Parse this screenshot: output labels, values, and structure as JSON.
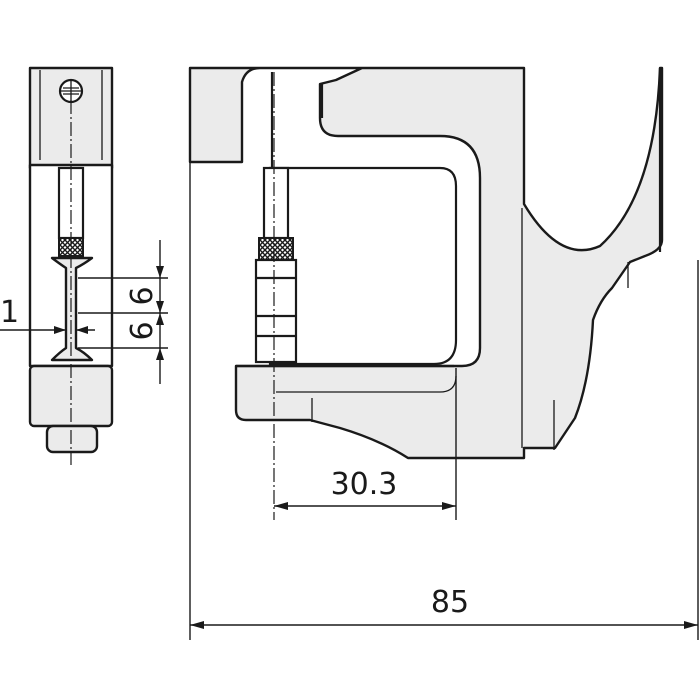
{
  "dimensions": {
    "throat_depth": "30.3",
    "overall_width": "85",
    "anvil_upper": "6",
    "anvil_lower": "6",
    "anvil_thickness": "1"
  }
}
